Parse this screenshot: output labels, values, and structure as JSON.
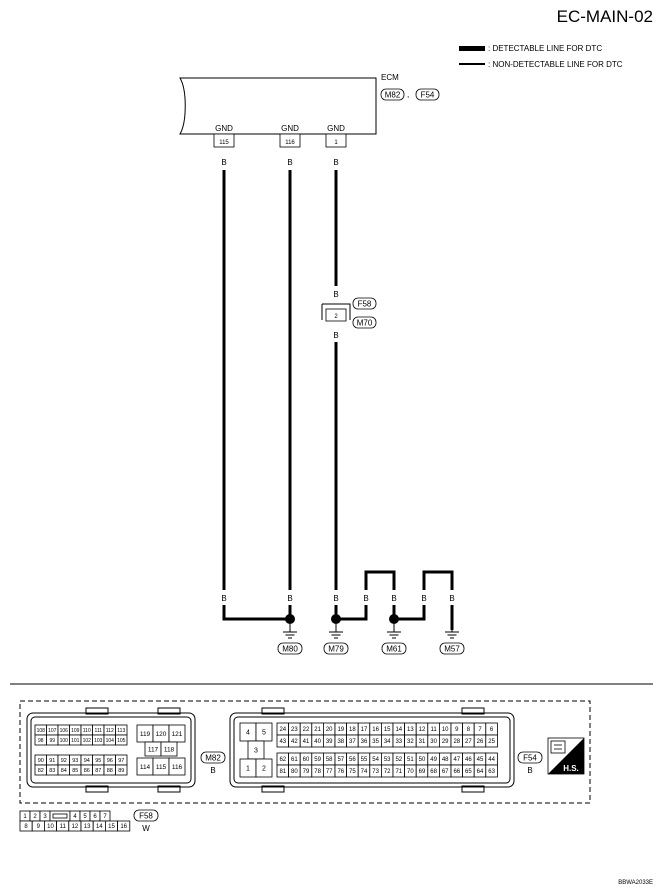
{
  "page_code": "EC-MAIN-02",
  "legend": {
    "detectable": ": DETECTABLE LINE FOR DTC",
    "non_detectable": ": NON-DETECTABLE LINE FOR DTC"
  },
  "ecm": {
    "name": "ECM",
    "conn_a": "M82",
    "conn_sep": ",",
    "conn_b": "F54"
  },
  "terminals": [
    {
      "label": "GND",
      "pin": "115",
      "color": "B"
    },
    {
      "label": "GND",
      "pin": "116",
      "color": "B"
    },
    {
      "label": "GND",
      "pin": "1",
      "color": "B"
    }
  ],
  "joint": {
    "top_color": "B",
    "pin": "2",
    "conn_a": "F58",
    "conn_b": "M70",
    "bottom_color": "B"
  },
  "lower_colors": [
    "B",
    "B",
    "B",
    "B",
    "B",
    "B",
    "B"
  ],
  "grounds": [
    "M80",
    "M79",
    "M61",
    "M57"
  ],
  "connectors": {
    "m82": {
      "name": "M82",
      "color": "B",
      "row1": [
        "108",
        "107",
        "106",
        "109",
        "110",
        "111",
        "112",
        "113"
      ],
      "row2": [
        "98",
        "99",
        "100",
        "101",
        "102",
        "103",
        "104",
        "105"
      ],
      "row3": [
        "90",
        "91",
        "92",
        "93",
        "94",
        "95",
        "96",
        "97"
      ],
      "row4": [
        "82",
        "83",
        "84",
        "85",
        "86",
        "87",
        "88",
        "89"
      ],
      "mid_top": [
        "119",
        "120",
        "121"
      ],
      "mid_mid": [
        "117",
        "118"
      ],
      "mid_bot": [
        "114",
        "115",
        "116"
      ]
    },
    "f54": {
      "name": "F54",
      "color": "B",
      "left": [
        "4",
        "5",
        "3",
        "1",
        "2"
      ],
      "row1": [
        "24",
        "23",
        "22",
        "21",
        "20",
        "19",
        "18",
        "17",
        "16",
        "15",
        "14",
        "13",
        "12",
        "11",
        "10",
        "9",
        "8",
        "7",
        "6"
      ],
      "row2": [
        "43",
        "42",
        "41",
        "40",
        "39",
        "38",
        "37",
        "36",
        "35",
        "34",
        "33",
        "32",
        "31",
        "30",
        "29",
        "28",
        "27",
        "26",
        "25"
      ],
      "row3": [
        "62",
        "61",
        "60",
        "59",
        "58",
        "57",
        "56",
        "55",
        "54",
        "53",
        "52",
        "51",
        "50",
        "49",
        "48",
        "47",
        "46",
        "45",
        "44"
      ],
      "row4": [
        "81",
        "80",
        "79",
        "78",
        "77",
        "76",
        "75",
        "74",
        "73",
        "72",
        "71",
        "70",
        "69",
        "68",
        "67",
        "66",
        "65",
        "64",
        "63"
      ]
    },
    "f58": {
      "name": "F58",
      "color": "W",
      "row1": [
        "1",
        "2",
        "3",
        "4",
        "5",
        "6",
        "7"
      ],
      "row2": [
        "8",
        "9",
        "10",
        "11",
        "12",
        "13",
        "14",
        "15",
        "16"
      ]
    }
  },
  "hs_badge": "H.S.",
  "figure_code": "BBWA2033E"
}
